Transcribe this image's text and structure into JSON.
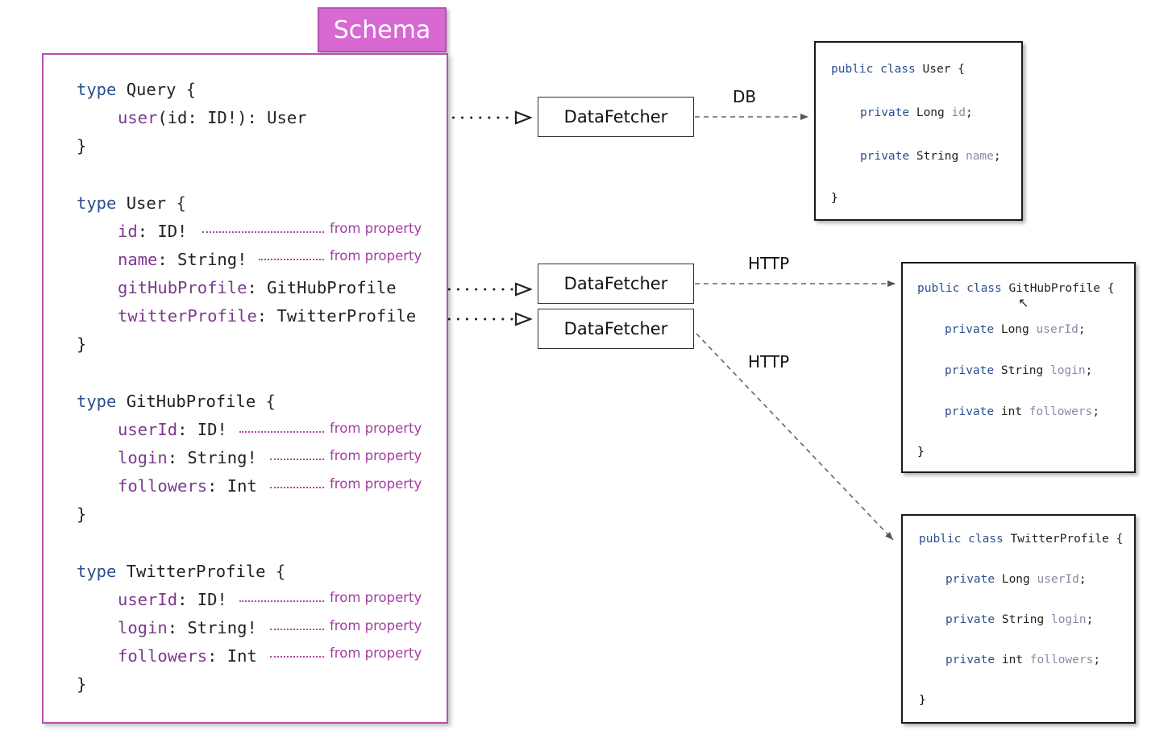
{
  "schema": {
    "tab_label": "Schema",
    "from_property_label": "from property",
    "query": {
      "open": [
        "type",
        "Query",
        "{"
      ],
      "field": [
        "user",
        "(id: ID!): User"
      ],
      "close": "}"
    },
    "user_type": {
      "open": [
        "type",
        "User",
        "{"
      ],
      "fields": [
        [
          "id",
          ": ID!"
        ],
        [
          "name",
          ": String!"
        ],
        [
          "gitHubProfile",
          ": GitHubProfile"
        ],
        [
          "twitterProfile",
          ": TwitterProfile"
        ]
      ],
      "close": "}"
    },
    "github_type": {
      "open": [
        "type",
        "GitHubProfile",
        "{"
      ],
      "fields": [
        [
          "userId",
          ": ID!"
        ],
        [
          "login",
          ": String!"
        ],
        [
          "followers",
          ": Int"
        ]
      ],
      "close": "}"
    },
    "twitter_type": {
      "open": [
        "type",
        "TwitterProfile",
        "{"
      ],
      "fields": [
        [
          "userId",
          ": ID!"
        ],
        [
          "login",
          ": String!"
        ],
        [
          "followers",
          ": Int"
        ]
      ],
      "close": "}"
    }
  },
  "fetchers": {
    "user_label": "DataFetcher",
    "github_label": "DataFetcher",
    "twitter_label": "DataFetcher"
  },
  "protocols": {
    "db": "DB",
    "http_github": "HTTP",
    "http_twitter": "HTTP"
  },
  "classes": {
    "user": {
      "header": [
        "public class",
        "User",
        "{"
      ],
      "fields": [
        [
          "private",
          "Long",
          "id",
          ";"
        ],
        [
          "private",
          "String",
          "name",
          ";"
        ]
      ],
      "close": "}"
    },
    "github": {
      "header": [
        "public class",
        "GitHubProfile",
        "{"
      ],
      "fields": [
        [
          "private",
          "Long",
          "userId",
          ";"
        ],
        [
          "private",
          "String",
          "login",
          ";"
        ],
        [
          "private",
          "int",
          "followers",
          ";"
        ]
      ],
      "close": "}"
    },
    "twitter": {
      "header": [
        "public class",
        "TwitterProfile",
        "{"
      ],
      "fields": [
        [
          "private",
          "Long",
          "userId",
          ";"
        ],
        [
          "private",
          "String",
          "login",
          ";"
        ],
        [
          "private",
          "int",
          "followers",
          ";"
        ]
      ],
      "close": "}"
    }
  },
  "colors": {
    "schema_accent": "#d868d2",
    "keyword": "#2a4f8f",
    "field_name": "#7b3a8c",
    "from_property": "#a23ea0"
  }
}
